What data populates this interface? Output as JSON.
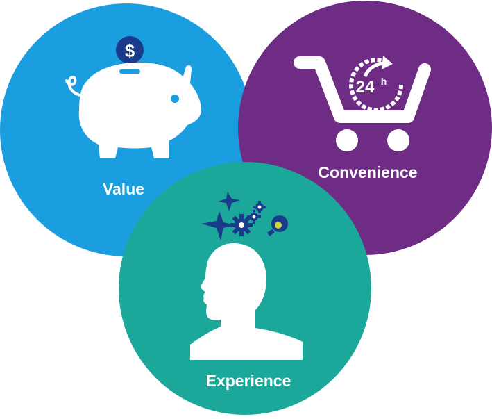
{
  "circles": {
    "value": {
      "label": "Value",
      "color": "#1b9ee0",
      "icon": "piggy-bank-icon"
    },
    "convenience": {
      "label": "Convenience",
      "color": "#6f2c84",
      "icon": "shopping-cart-24h-icon",
      "badge": "24",
      "badge_suffix": "h"
    },
    "experience": {
      "label": "Experience",
      "color": "#1ba89a",
      "icon": "head-profile-ideas-icon"
    }
  },
  "coin_symbol": "$"
}
